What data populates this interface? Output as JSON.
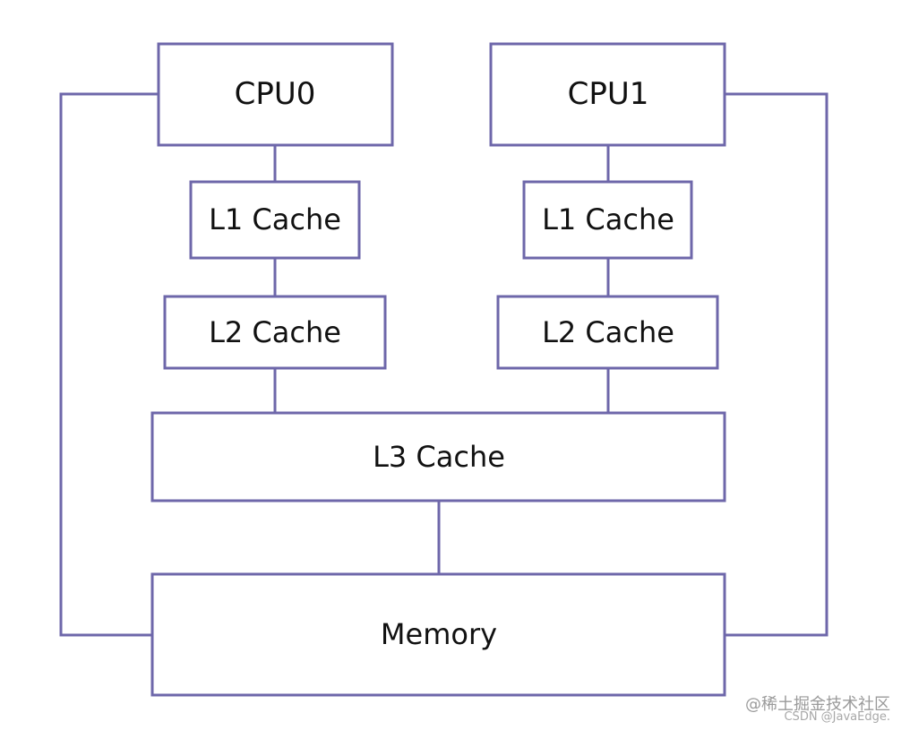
{
  "diagram": {
    "cpu0": "CPU0",
    "cpu1": "CPU1",
    "l1_left": "L1 Cache",
    "l1_right": "L1 Cache",
    "l2_left": "L2 Cache",
    "l2_right": "L2 Cache",
    "l3": "L3 Cache",
    "memory": "Memory"
  },
  "watermark": {
    "line1": "@稀土掘金技术社区",
    "line2": "CSDN @JavaEdge."
  },
  "colors": {
    "stroke": "#6e67aa",
    "text": "#111111",
    "background": "#ffffff"
  }
}
